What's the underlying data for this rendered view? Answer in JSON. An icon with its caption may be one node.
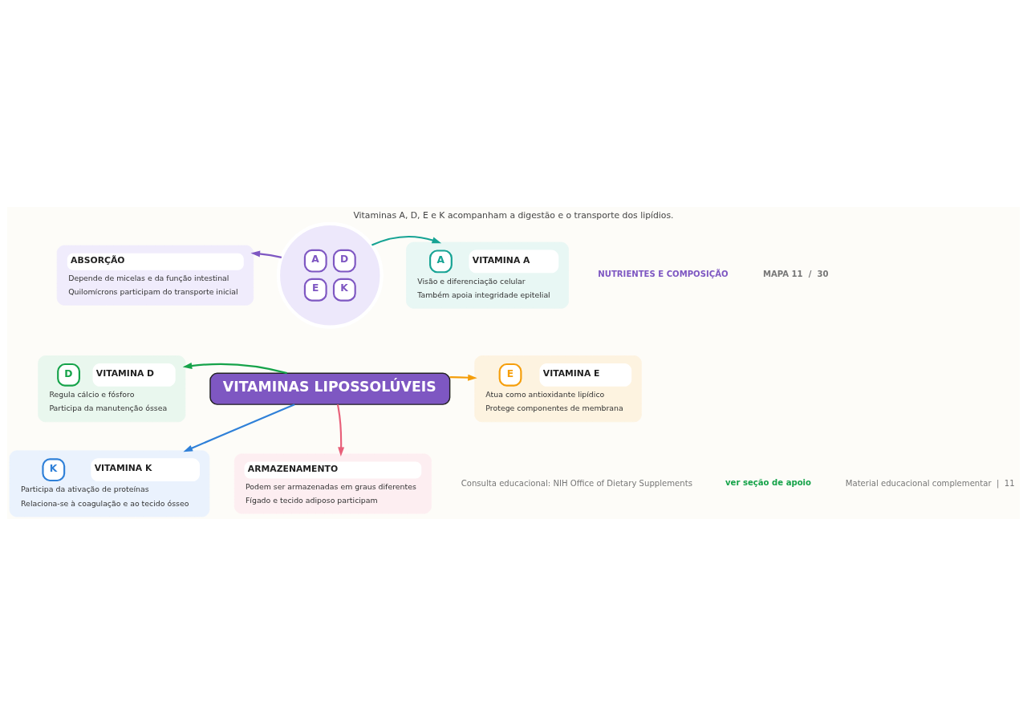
{
  "diagram": {
    "title": "Vitaminas A, D, E e K acompanham a digestão e o transporte dos lipídios.",
    "nodes": [
      {
        "text": [
          "ABSORÇÃO",
          "Depende de micelas e da função intestinal",
          "Quilomícrons participam do transporte inicial"
        ]
      },
      {
        "text": [
          "A",
          "VITAMINA A",
          "Visão e diferenciação celular",
          "Também apoia integridade epitelial"
        ]
      },
      {
        "text": [
          "A",
          "D",
          "E",
          "K"
        ]
      },
      {
        "text": [
          "VITAMINAS LIPOSSOLÚVEIS"
        ]
      },
      {
        "text": [
          "D",
          "VITAMINA D",
          "Regula cálcio e fósforo",
          "Participa da manutenção óssea"
        ]
      },
      {
        "text": [
          "E",
          "VITAMINA E",
          "Atua como antioxidante lipídico",
          "Protege componentes de membrana"
        ]
      },
      {
        "text": [
          "K",
          "VITAMINA K",
          "Participa da ativação de proteínas",
          "Relaciona-se à coagulação e ao tecido ósseo"
        ]
      },
      {
        "text": [
          "ARMAZENAMENTO",
          "Podem ser armazenadas em graus diferentes",
          "Fígado e tecido adiposo participam"
        ]
      }
    ],
    "edges": [
      {
        "from": 2,
        "to": 0,
        "arrow": "to",
        "color": "#7e57c2"
      },
      {
        "from": 2,
        "to": 1,
        "arrow": "to",
        "color": "#16a394"
      },
      {
        "from": 3,
        "to": 4,
        "arrow": "to",
        "color": "#16a34a"
      },
      {
        "from": 3,
        "to": 5,
        "arrow": "to",
        "color": "#f59e0b"
      },
      {
        "from": 3,
        "to": 6,
        "arrow": "to",
        "color": "#2f80d8"
      },
      {
        "from": 3,
        "to": 7,
        "arrow": "to",
        "color": "#e8607a"
      }
    ],
    "labels": [
      "NUTRIENTES E COMPOSIÇÃO",
      "MAPA 11  /  30",
      "Consulta educacional: NIH Office of Dietary Supplements",
      "ver seção de apoio",
      "Material educacional complementar  |  11"
    ]
  }
}
